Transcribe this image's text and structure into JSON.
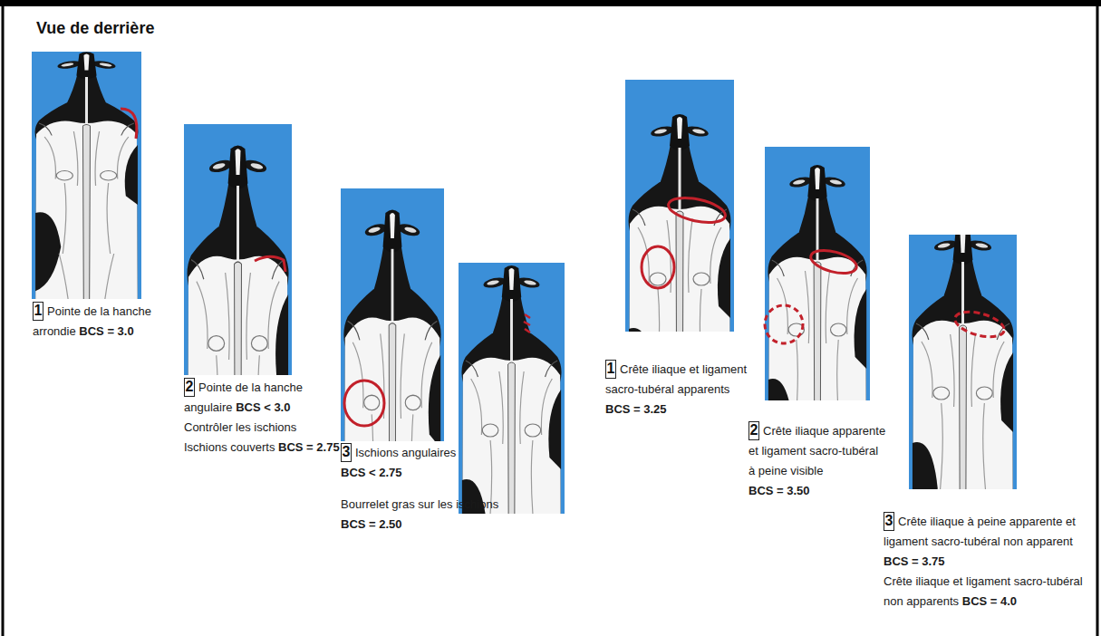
{
  "diagram": {
    "title": "Vue de derrière",
    "nodes": [
      {
        "text": [
          "1"
        ]
      },
      {
        "text": [
          "2"
        ]
      },
      {
        "text": [
          "3"
        ]
      },
      {
        "text": [
          "1"
        ]
      },
      {
        "text": [
          "2"
        ]
      },
      {
        "text": [
          "3"
        ]
      }
    ],
    "labels": [
      "Pointe de la hanche arrondie",
      "BCS = 3.0",
      "Pointe de la hanche angulaire",
      "BCS < 3.0",
      "Contrôler les ischions",
      "Ischions couverts",
      "BCS = 2.75",
      "Ischions angulaires",
      "BCS < 2.75",
      "Bourrelet gras sur les ischions",
      "BCS = 2.50",
      "Crête iliaque et ligament sacro-tubéral apparents",
      "BCS = 3.25",
      "Crête iliaque apparente et ligament sacro-tubéral à peine visible",
      "BCS = 3.50",
      "Crête iliaque à peine apparente et ligament sacro-tubéral non apparent",
      "BCS = 3.75",
      "Crête iliaque et ligament sacro-tubéral non apparents",
      "BCS = 4.0"
    ]
  }
}
